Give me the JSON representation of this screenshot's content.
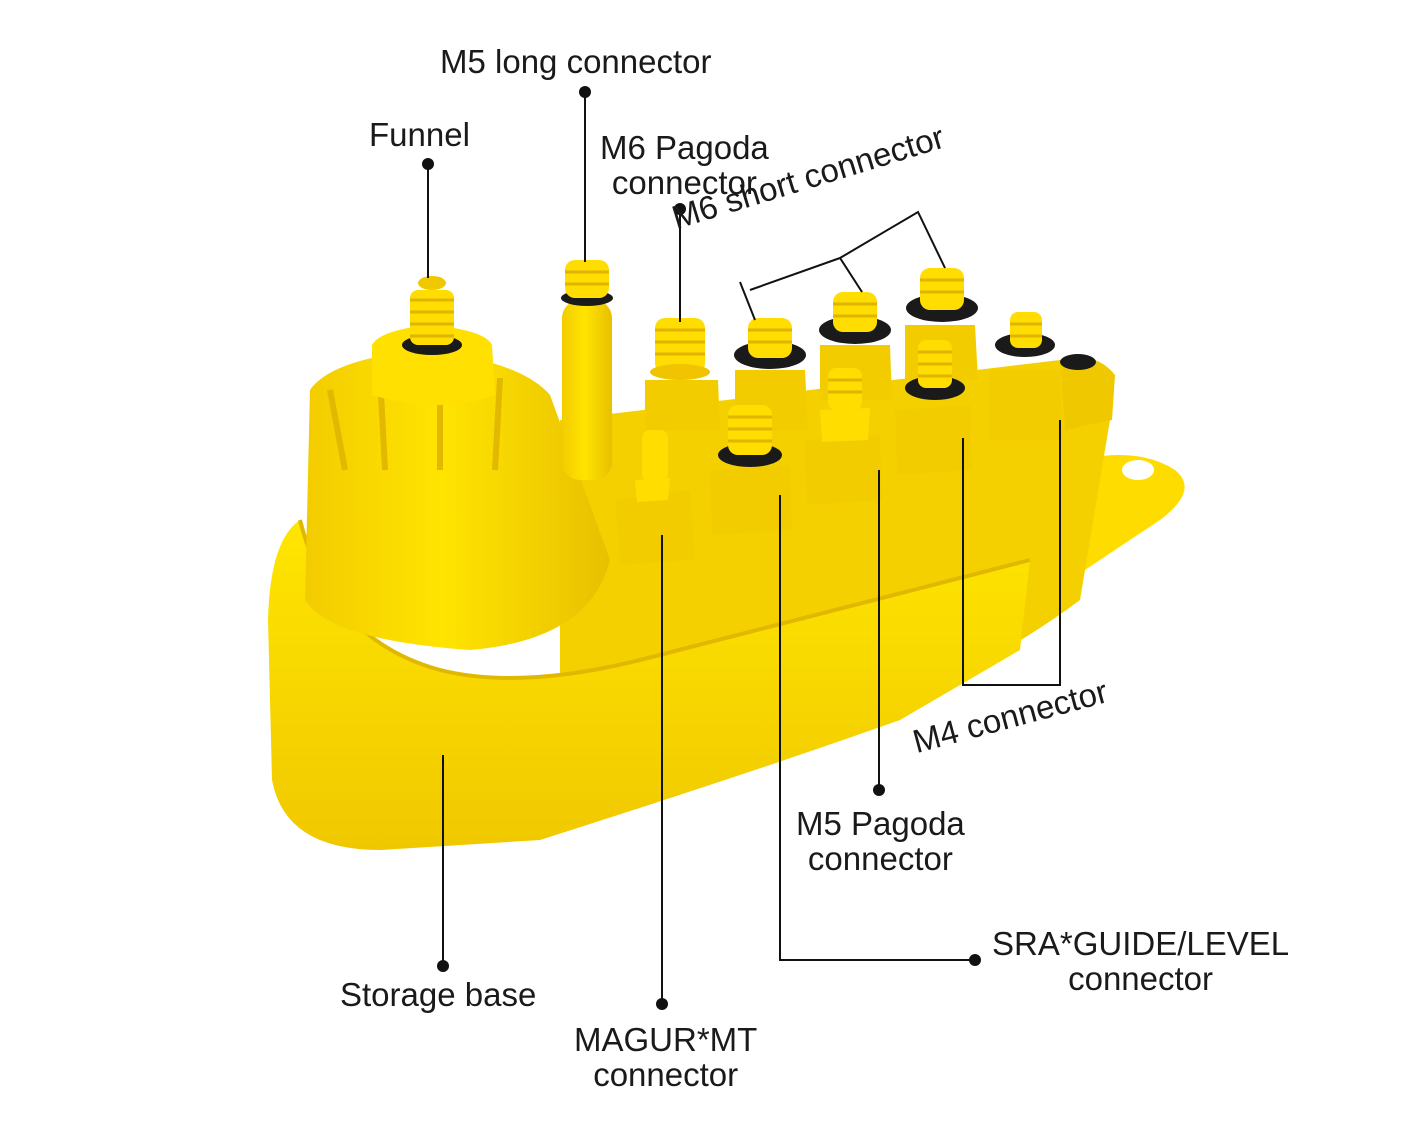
{
  "colors": {
    "product_yellow": "#ffdd00",
    "shadow_yellow": "#e2b800",
    "highlight_yellow": "#fff27a",
    "oring_black": "#1a1a1a",
    "leader_line": "#111111",
    "text": "#1a1a1a",
    "background": "#ffffff"
  },
  "labels": {
    "m5_long": "M5 long connector",
    "funnel": "Funnel",
    "m6_pagoda": {
      "line1": "M6 Pagoda",
      "line2": "connector"
    },
    "m6_short": "M6 short connector",
    "m4": "M4 connector",
    "m5_pagoda": {
      "line1": "M5 Pagoda",
      "line2": "connector"
    },
    "sra": {
      "line1": "SRA*GUIDE/LEVEL",
      "line2": "connector"
    },
    "storage_base": "Storage base",
    "magura": {
      "line1": "MAGUR*MT",
      "line2": "connector"
    }
  }
}
